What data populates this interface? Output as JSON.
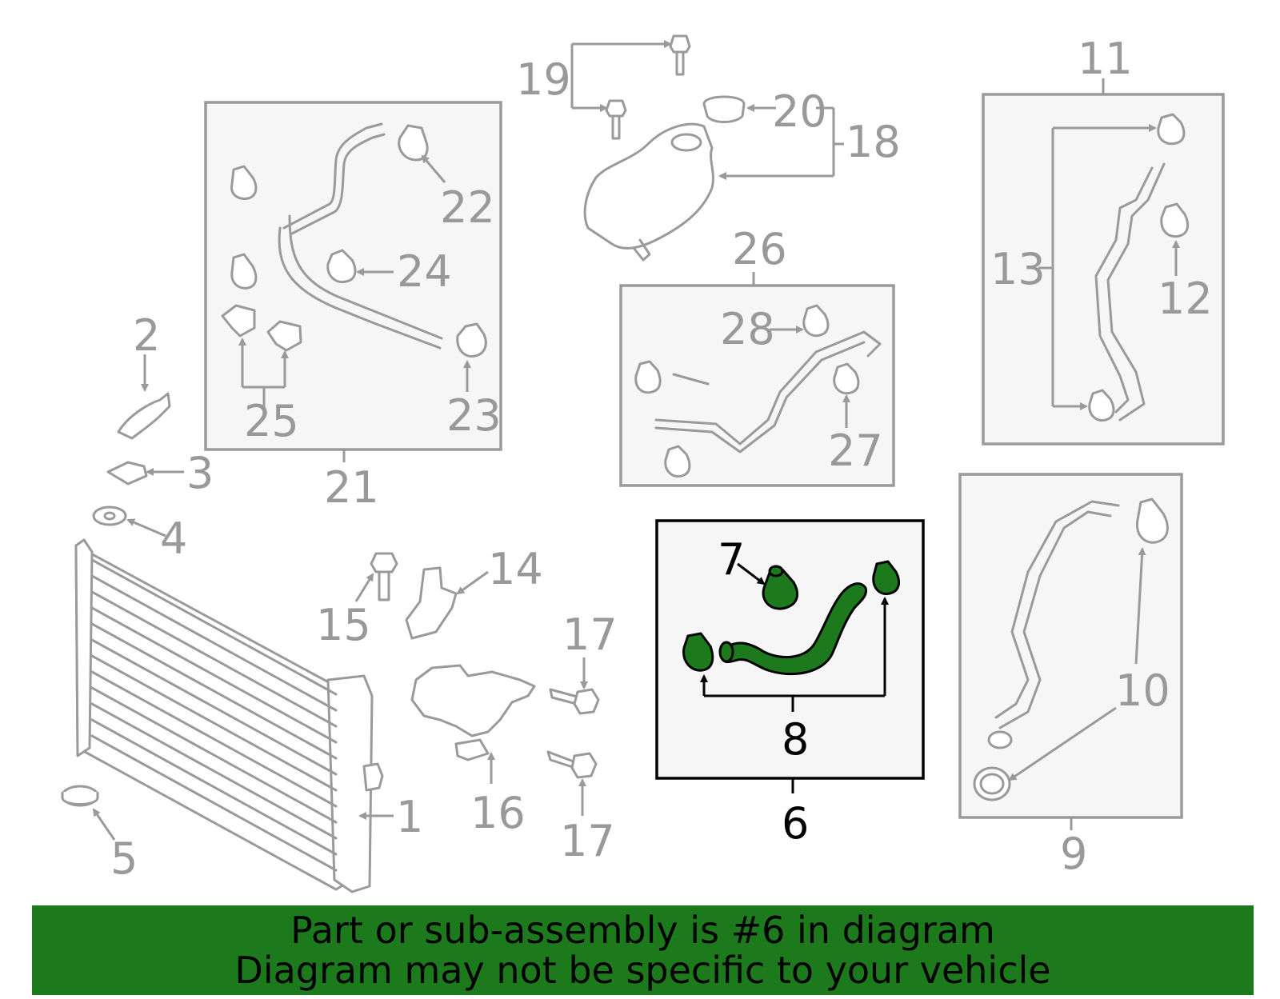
{
  "callouts": {
    "c1": "1",
    "c2": "2",
    "c3": "3",
    "c4": "4",
    "c5": "5",
    "c6": "6",
    "c7": "7",
    "c8": "8",
    "c9": "9",
    "c10": "10",
    "c11": "11",
    "c12": "12",
    "c13": "13",
    "c14": "14",
    "c15": "15",
    "c16": "16",
    "c17a": "17",
    "c17b": "17",
    "c18": "18",
    "c19": "19",
    "c20": "20",
    "c21": "21",
    "c22": "22",
    "c23": "23",
    "c24": "24",
    "c25": "25",
    "c26": "26",
    "c27": "27",
    "c28": "28"
  },
  "highlight": {
    "part_number": "6",
    "color": "#1c7a1c"
  },
  "banner": {
    "line1": "Part or sub-assembly is #6 in diagram",
    "line2": "Diagram may not be specific to your vehicle"
  }
}
